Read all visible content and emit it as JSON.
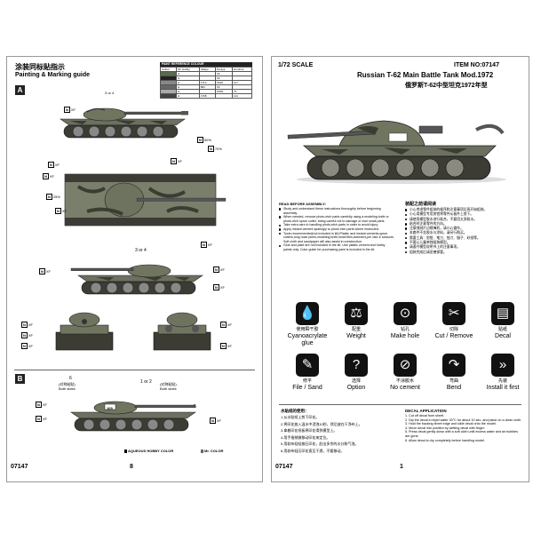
{
  "left_page": {
    "title_zh": "涂装同标贴指示",
    "title_en": "Painting & Marking guide",
    "item_number": "07147",
    "page_number": "8",
    "section_a": "A",
    "section_b": "B",
    "paint_reference": {
      "title": "PAINT REFERENCE COLOUR",
      "headers": [
        "Colour",
        "Mr. Hobby",
        "Vallejo",
        "Tamiya",
        "Humbrol"
      ],
      "rows": [
        [
          "",
          "H",
          "",
          "XF",
          ""
        ],
        [
          "",
          "H",
          "",
          "XF",
          ""
        ],
        [
          "",
          "H",
          "1713",
          "XF20",
          "117"
        ],
        [
          "",
          "H",
          "884",
          "XF",
          ""
        ],
        [
          "",
          "H",
          "",
          "XF59",
          "70"
        ],
        [
          "",
          "H",
          "1708",
          "",
          "121"
        ]
      ]
    },
    "callouts": {
      "a_3or4": "3 or 4",
      "b_3or4": "3 or 4",
      "b_both_sides_left_zh": "(对称粘贴)",
      "b_both_sides_left_en": "Both sides",
      "b_both_sides_right_zh": "(对称粘贴)",
      "b_both_sides_right_en": "Both sides",
      "b_1or2": "1 or 2",
      "b_num6": "6",
      "b_num5": "5",
      "b_num109": "109",
      "pct_50": "50%",
      "pct_25": "25%",
      "pct_70": "70%"
    },
    "legend": {
      "aqueous": "AQUEOUS HOBBY COLOR",
      "mr": "Mr. COLOR"
    }
  },
  "right_page": {
    "scale": "1/72 SCALE",
    "item_label": "ITEM NO:07147",
    "title_en": "Russian T-62 Main Battle Tank Mod.1972",
    "title_zh": "俄罗斯T-62中型坦克1972年型",
    "page_number": "1",
    "item_number_footer": "07147",
    "read_before_heading": "READ BEFORE ASSEMBLY:",
    "read_before_items": [
      "Study and understand these instructions thoroughly before beginning assembly.",
      "When needed, remove photo-etch parts carefully using a modeling knife or photo-etch sprue cutter, being careful not to damage or lose small parts.",
      "Take extra care in handling photo-etch parts in order to avoid injury.",
      "Apply instant cement sparingly to photo etch parts where instructed.",
      "Tools recommended(not included in kit):Plastic and instant cements,sprue cutters,long nose pliers,modeling knife,small files,tweezers,pin vise & scissors. Soft cloth and sandpaper will also assist in construction.",
      "Glue and paint are not included in the kit. Use plastic cement and hobby paints only. Color guide for purchasing paint is included in the kit."
    ],
    "zh_heading": "装配之前请阅读",
    "zh_items": [
      "小心考虑零件组装的顺序和注意事项后再开始组装。",
      "小心用模型专用剪钳将零件从板件上剪下。",
      "请使用模型胶水进行粘合，不要用太多胶水。",
      "粘合时注意零件的方向。",
      "注意蚀刻片边缘锋利，请小心操作。",
      "本套件不含胶水与涂料，请另行购买。",
      "需要工具：剪钳、笔刀、锉刀、镊子、砂纸等。",
      "不要让儿童单独组装模型。",
      "请遵守模型说明书上的注意事项。",
      "组装完成后请妥善保管。"
    ],
    "icons": [
      {
        "zh": "使用瞬干胶",
        "en": "Cyanoacrylate glue",
        "glyph": "💧"
      },
      {
        "zh": "配重",
        "en": "Weight",
        "glyph": "⚖"
      },
      {
        "zh": "钻孔",
        "en": "Make hole",
        "glyph": "⊙"
      },
      {
        "zh": "切除",
        "en": "Cut / Remove",
        "glyph": "✂"
      },
      {
        "zh": "贴纸",
        "en": "Decal",
        "glyph": "▤"
      },
      {
        "zh": "修平",
        "en": "File / Sand",
        "glyph": "✎"
      },
      {
        "zh": "选择",
        "en": "Option",
        "glyph": "?"
      },
      {
        "zh": "不涂胶水",
        "en": "No cement",
        "glyph": "⊘"
      },
      {
        "zh": "弯曲",
        "en": "Bend",
        "glyph": "↷"
      },
      {
        "zh": "先装",
        "en": "Install it first",
        "glyph": "»"
      }
    ],
    "decal_zh_heading": "水贴纸的使用：",
    "decal_zh_steps": [
      "1.从水贴纸上剪下印花。",
      "2.将印花放入温水中浸泡10秒，然后放在干净布上。",
      "3.拿着印花纸板将印花滑到模型上。",
      "4.用手指稍微移动印花来定位。",
      "5.用软布轻轻按压印花，赶出多余的水分和气泡。",
      "6.用软布轻压印花直至干透，不要移动。"
    ],
    "decal_en_heading": "DECAL APPLICATION",
    "decal_en_steps": [
      "1. Cut off decal from sheet.",
      "2. Dip the decal in tepid water 40°C for about 10 sec. and place on a clean cloth.",
      "3. Hold the backing sheet edge and slide decal onto the model.",
      "4. Move decal into position by wetting decal with finger.",
      "5. Press decal gently down with a soft cloth until excess water and air bubbles are gone.",
      "6. Allow decal to dry completely before handling model."
    ]
  }
}
